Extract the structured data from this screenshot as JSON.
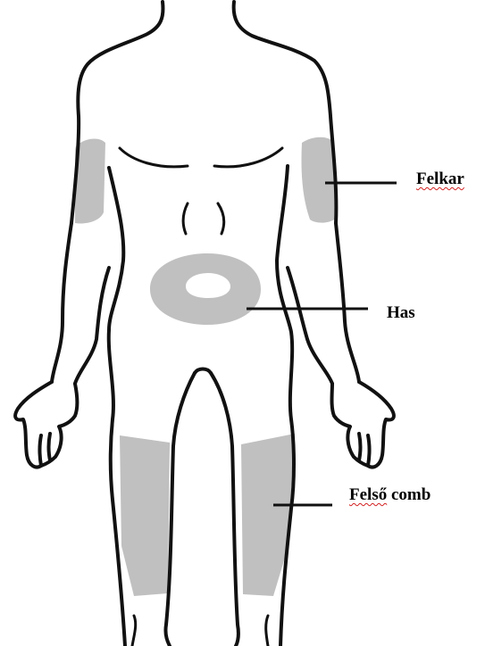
{
  "labels": {
    "upper_arm": "Felkar",
    "abdomen": "Has",
    "upper_thigh_word1": "Felső",
    "upper_thigh_word2": "comb"
  },
  "colors": {
    "outline": "#111111",
    "injection_area": "#c0c0c0",
    "background": "#ffffff",
    "spellcheck_underline": "#d22020"
  }
}
